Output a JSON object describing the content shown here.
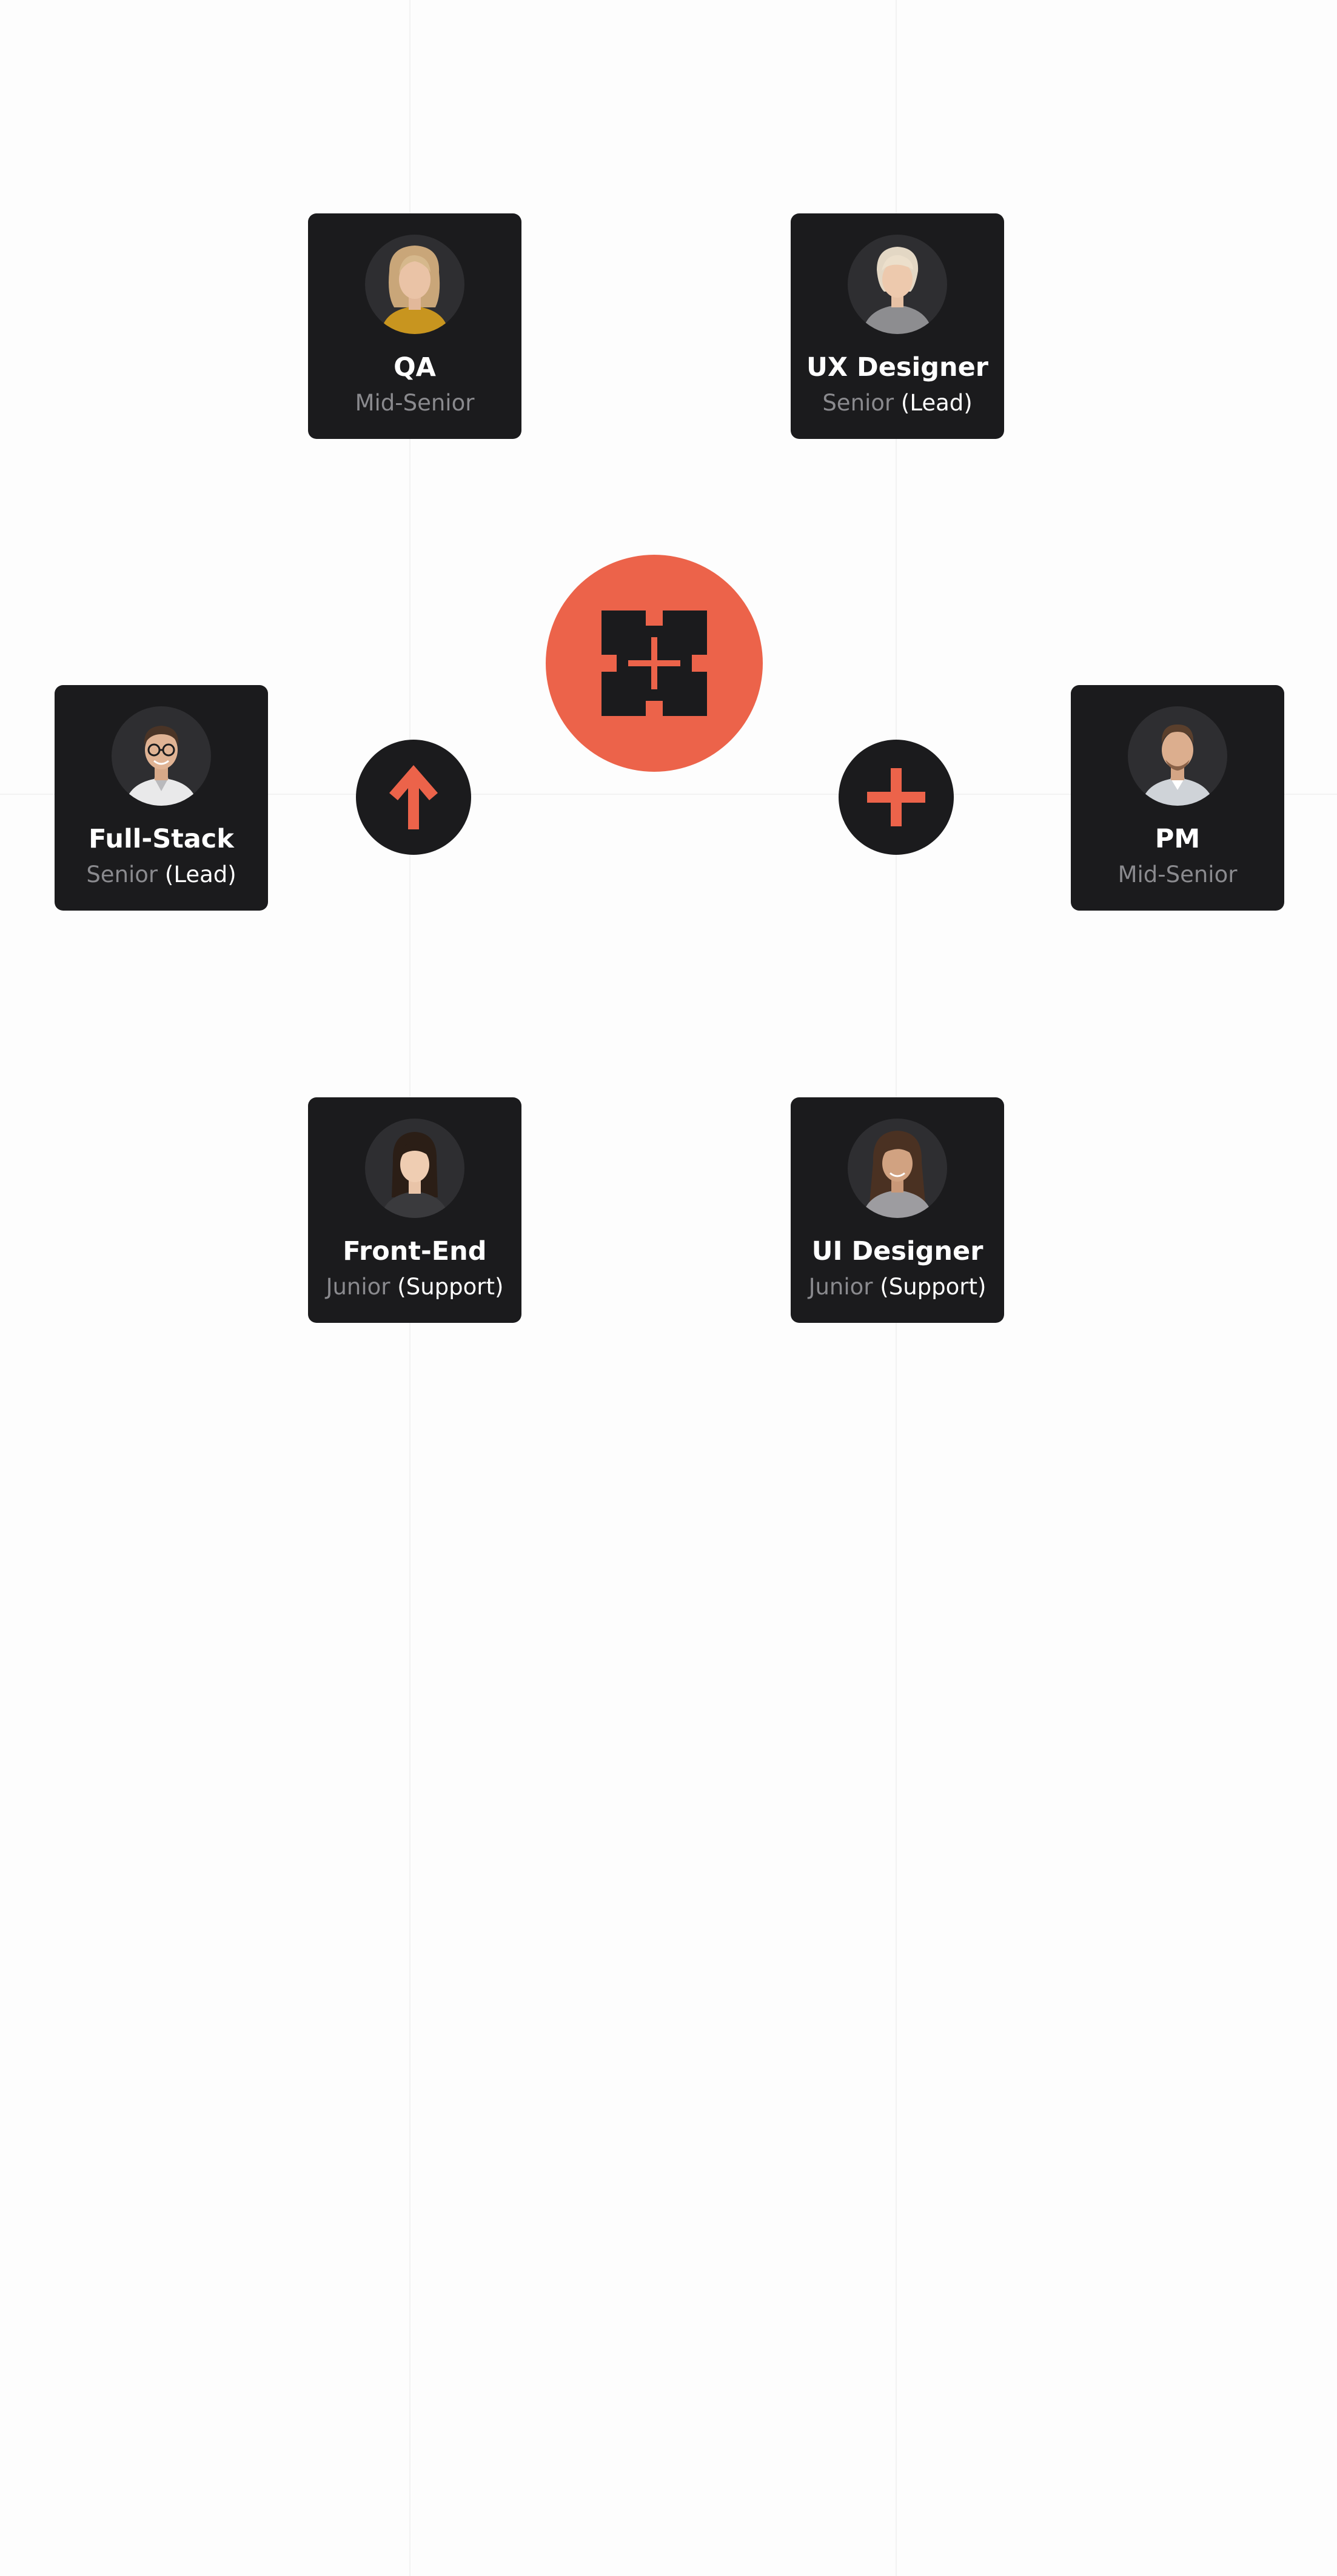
{
  "colors": {
    "accent": "#ec634a",
    "card": "#1b1b1d",
    "muted": "#8a8a8e",
    "background": "#fdfdfd"
  },
  "hub": {
    "icon": "cross-puzzle-logo-icon"
  },
  "nodes": {
    "left": {
      "icon": "arrow-up-icon"
    },
    "right": {
      "icon": "plus-icon"
    }
  },
  "members": [
    {
      "role": "QA",
      "level": "Mid-Senior",
      "tag": ""
    },
    {
      "role": "UX Designer",
      "level": "Senior",
      "tag": "(Lead)"
    },
    {
      "role": "Full-Stack",
      "level": "Senior",
      "tag": "(Lead)"
    },
    {
      "role": "PM",
      "level": "Mid-Senior",
      "tag": ""
    },
    {
      "role": "Front-End",
      "level": "Junior",
      "tag": "(Support)"
    },
    {
      "role": "UI Designer",
      "level": "Junior",
      "tag": "(Support)"
    }
  ]
}
